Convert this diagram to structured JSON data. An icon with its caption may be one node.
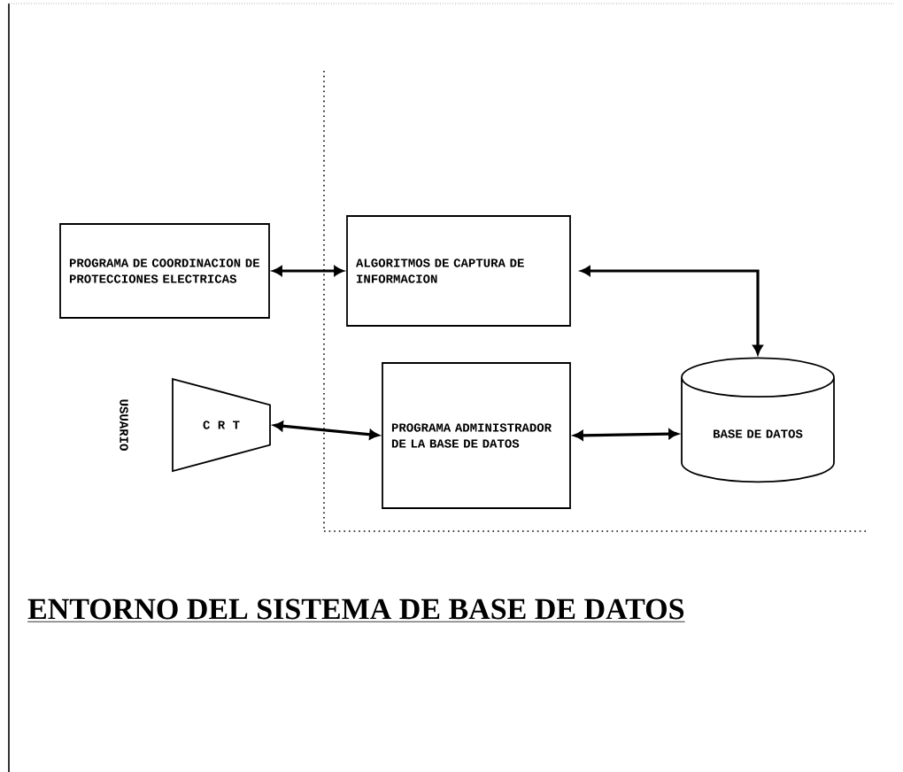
{
  "diagram": {
    "caption": "ENTORNO DEL SISTEMA DE BASE DE DATOS",
    "nodes": [
      {
        "text": [
          "PROGRAMA DE COORDINACION DE PROTECCIONES ELECTRICAS"
        ]
      },
      {
        "text": [
          "ALGORITMOS DE CAPTURA DE INFORMACION"
        ]
      },
      {
        "text": [
          "C R T"
        ]
      },
      {
        "text": [
          "PROGRAMA ADMINISTRADOR DE LA BASE DE DATOS"
        ]
      },
      {
        "text": [
          "BASE DE DATOS"
        ]
      }
    ],
    "edges": [
      {
        "from": 0,
        "to": 1,
        "arrow": "both"
      },
      {
        "from": 2,
        "to": 3,
        "arrow": "both"
      },
      {
        "from": 3,
        "to": 4,
        "arrow": "both"
      },
      {
        "from": 1,
        "to": 4,
        "arrow": "both"
      }
    ],
    "labels": [
      "USUARIO"
    ]
  }
}
